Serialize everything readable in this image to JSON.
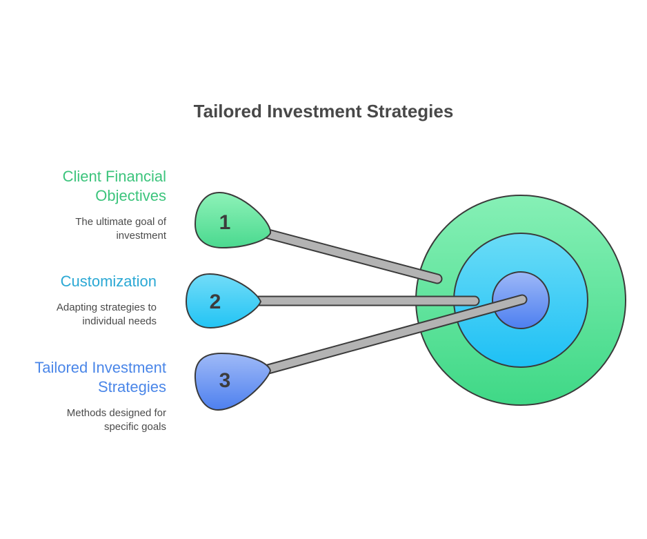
{
  "title": "Tailored Investment Strategies",
  "items": [
    {
      "number": "1",
      "title_line1": "Client Financial",
      "title_line2": "Objectives",
      "desc_line1": "The ultimate goal of",
      "desc_line2": "investment",
      "color": "#3cc47c"
    },
    {
      "number": "2",
      "title_line1": "Customization",
      "title_line2": "",
      "desc_line1": "Adapting strategies to",
      "desc_line2": "individual needs",
      "color": "#2aa8d4"
    },
    {
      "number": "3",
      "title_line1": "Tailored Investment",
      "title_line2": "Strategies",
      "desc_line1": "Methods designed for",
      "desc_line2": "specific goals",
      "color": "#4a86e8"
    }
  ],
  "colors": {
    "ring_outer": "#5fe29a",
    "ring_middle": "#36c9f2",
    "ring_inner": "#6b93f0",
    "marker_1": "#6fe8a2",
    "marker_2": "#3fd0f5",
    "marker_3": "#6a96f2",
    "rod": "#b3b3b3"
  }
}
